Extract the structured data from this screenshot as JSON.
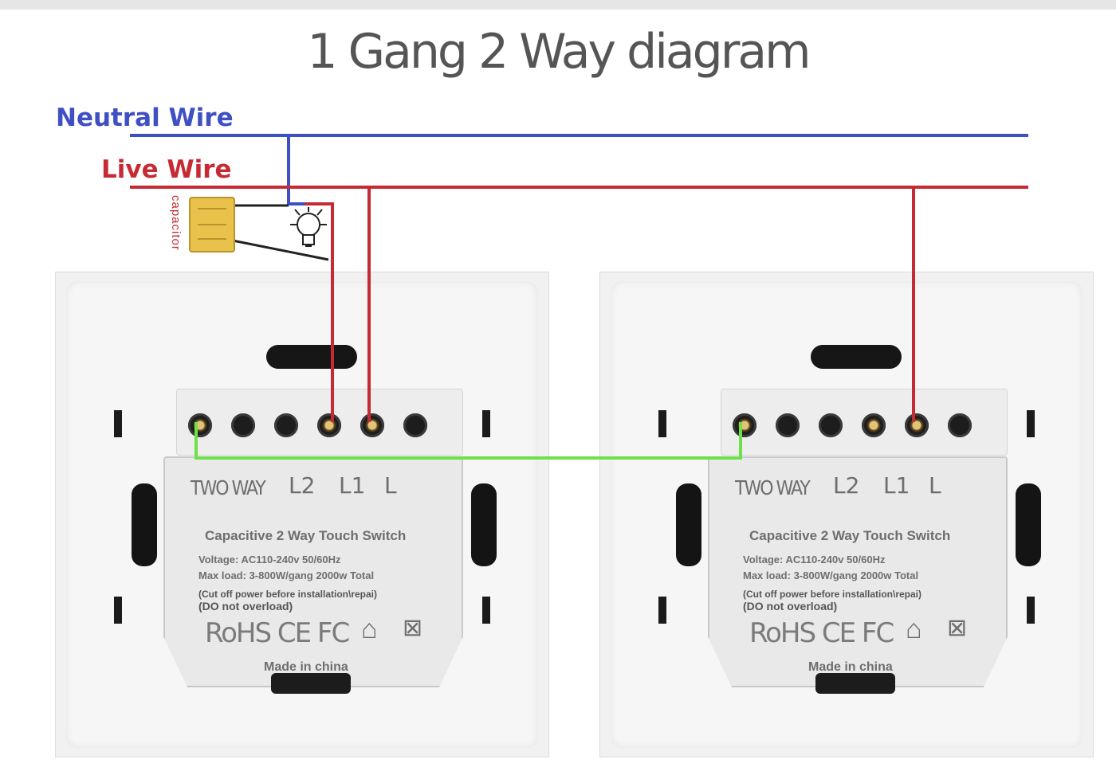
{
  "title": "1 Gang 2 Way diagram",
  "labels": {
    "neutral": "Neutral Wire",
    "live": "Live Wire",
    "capacitor": "capacitor"
  },
  "colors": {
    "neutral": "#3f4fc4",
    "live": "#c62b34",
    "traveler": "#6fe04a",
    "title": "#555555"
  },
  "icons": {
    "lamp": "light-bulb-icon",
    "capacitor": "capacitor-component-icon",
    "home": "house-icon",
    "weee": "crossed-bin-icon"
  },
  "switches": [
    {
      "type_label": "TWO WAY",
      "terminal_labels": [
        "L2",
        "L1",
        "L"
      ],
      "name": "Capacitive 2 Way Touch Switch",
      "voltage": "Voltage: AC110-240v 50/60Hz",
      "max_load": "Max load: 3-800W/gang  2000w Total",
      "caution": "(Cut off power before installation\\repai)",
      "overload": "(DO not overload)",
      "certifications": "RoHS CE FC",
      "made_in": "Made in china"
    },
    {
      "type_label": "TWO WAY",
      "terminal_labels": [
        "L2",
        "L1",
        "L"
      ],
      "name": "Capacitive 2 Way Touch Switch",
      "voltage": "Voltage: AC110-240v 50/60Hz",
      "max_load": "Max load: 3-800W/gang  2000w Total",
      "caution": "(Cut off power before installation\\repai)",
      "overload": "(DO not overload)",
      "certifications": "RoHS CE FC",
      "made_in": "Made in china"
    }
  ]
}
